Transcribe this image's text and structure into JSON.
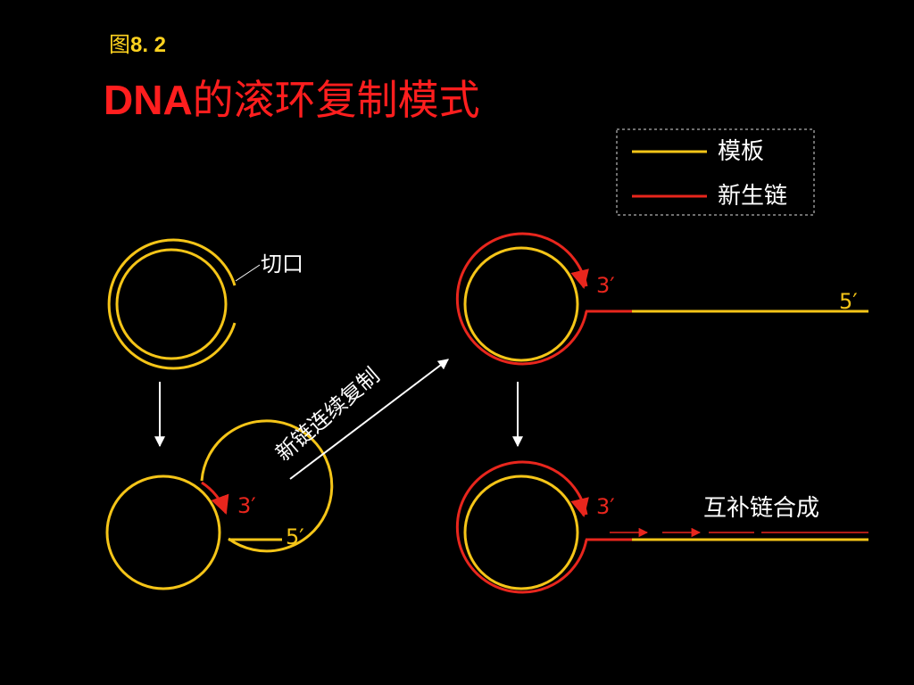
{
  "header": {
    "figure_prefix": "图",
    "figure_number": "8. 2",
    "title_dna": "DNA",
    "title_rest": "的滚环复制模式"
  },
  "legend": {
    "template": "模板",
    "new_strand": "新生链"
  },
  "labels": {
    "nick": "切口",
    "continuous": "新链连续复制",
    "complement": "互补链合成",
    "three_prime": "3′",
    "five_prime": "5′"
  },
  "colors": {
    "template": "#f5c518",
    "new_strand": "#e8261d",
    "arrow": "#ffffff"
  }
}
